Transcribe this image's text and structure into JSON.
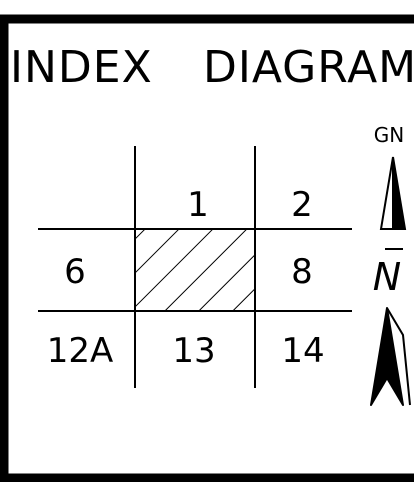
{
  "title": {
    "word1": "INDEX",
    "word2": "DIAGRAM"
  },
  "grid": {
    "row1": [
      "",
      "1",
      "2"
    ],
    "row2": [
      "6",
      "",
      "8"
    ],
    "row3": [
      "12A",
      "13",
      "14"
    ],
    "highlighted_cell": "row2-col2"
  },
  "north_arrow": {
    "grid_north_label": "GN",
    "true_north_label": "N"
  },
  "colors": {
    "line": "#000000",
    "background": "#ffffff"
  }
}
